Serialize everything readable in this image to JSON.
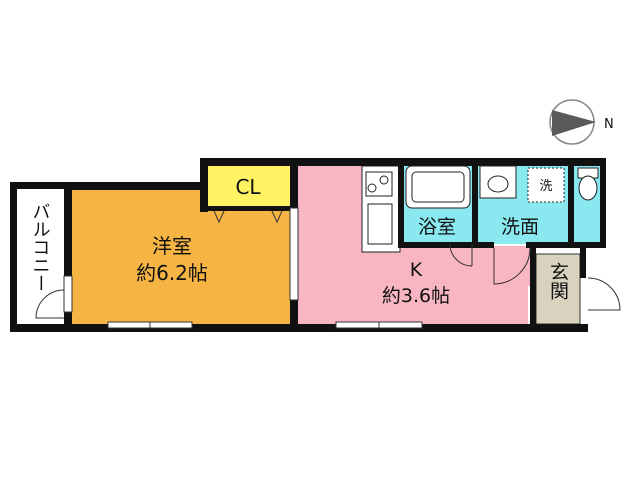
{
  "colors": {
    "wall": "#111111",
    "yoshitsu": "#F5B443",
    "closet": "#FFF263",
    "kitchen": "#F8B6C2",
    "wet": "#8AE9F0",
    "genkan": "#D8D2BE",
    "white": "#FFFFFF",
    "compass": "#5A5A5A"
  },
  "rooms": {
    "balcony": {
      "label": "バルコニー"
    },
    "yoshitsu": {
      "name": "洋室",
      "size": "約6.2帖"
    },
    "closet": {
      "label": "CL"
    },
    "kitchen": {
      "name": "K",
      "size": "約3.6帖"
    },
    "bath": {
      "label": "浴室"
    },
    "washroom": {
      "label": "洗面"
    },
    "genkan": {
      "label": "玄関"
    }
  },
  "fixtures": {
    "washer_label": "洗"
  },
  "compass": {
    "label": "N",
    "icon": "north-arrow-icon"
  }
}
